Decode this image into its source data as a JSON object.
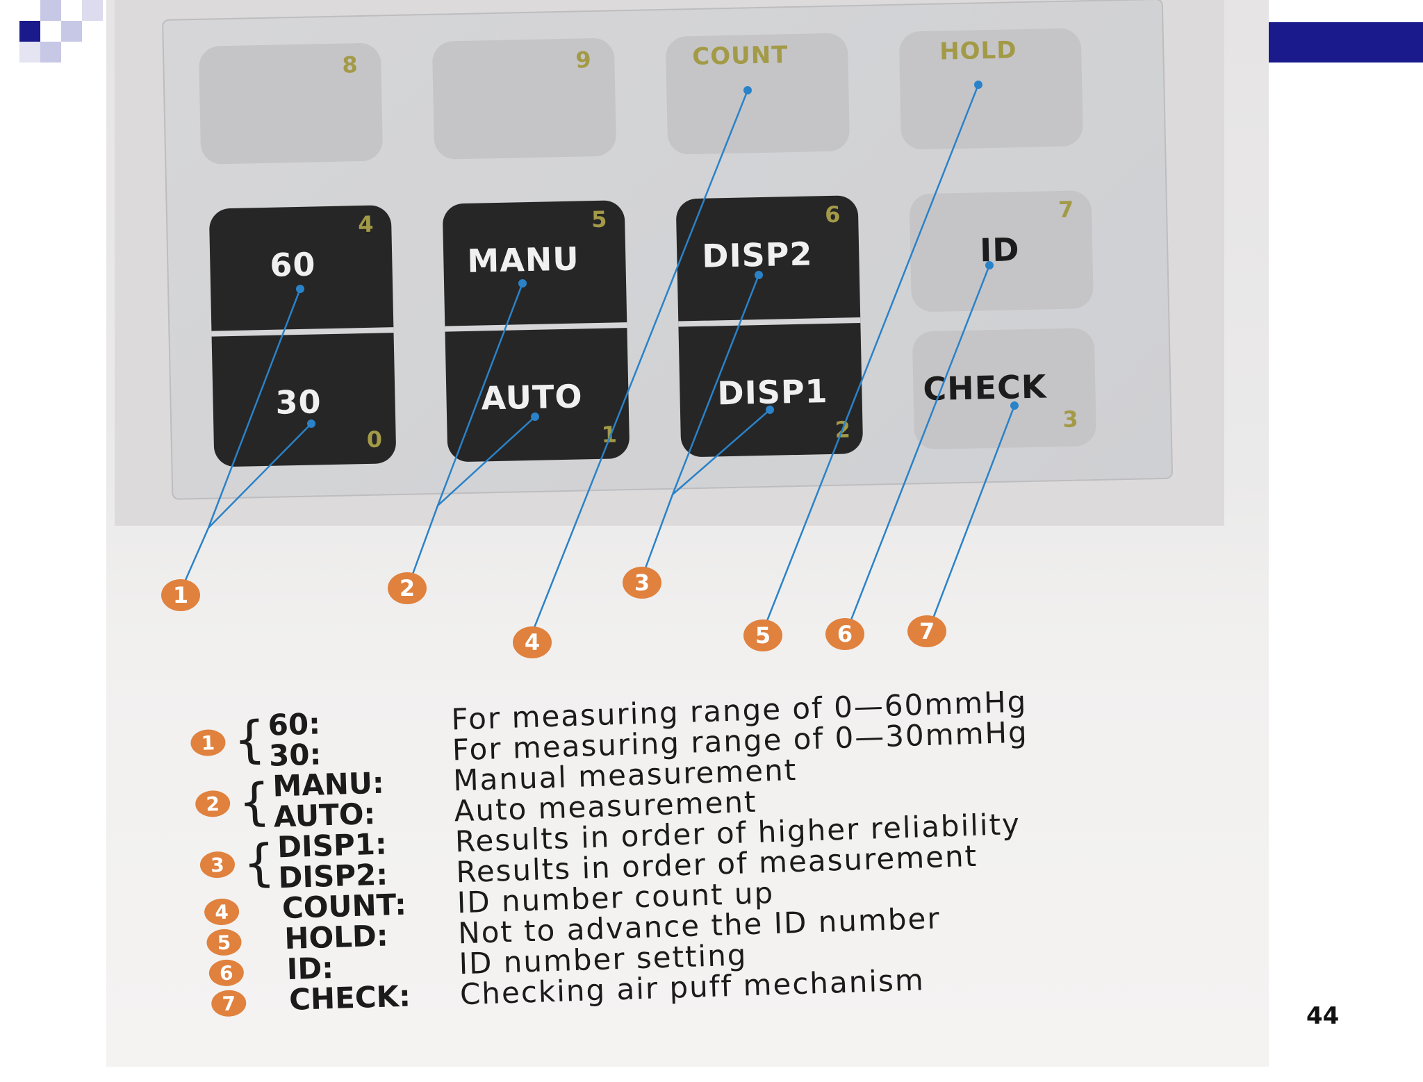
{
  "slide": {
    "page_number": "44",
    "colors": {
      "accent_bar": "#1a1a8c",
      "deco_light": "#c7c7e6",
      "leader_line": "#2a82c8",
      "badge": "#e0813e",
      "key_label_top": "#a39a47"
    }
  },
  "keypad": {
    "top_row": [
      {
        "label": "",
        "number": "8"
      },
      {
        "label": "",
        "number": "9"
      },
      {
        "label": "COUNT",
        "number": ""
      },
      {
        "label": "HOLD",
        "number": ""
      }
    ],
    "black_keys": [
      {
        "upper": "60",
        "lower": "30",
        "upper_number": "4",
        "lower_number": "0"
      },
      {
        "upper": "MANU",
        "lower": "AUTO",
        "upper_number": "5",
        "lower_number": "1"
      },
      {
        "upper": "DISP2",
        "lower": "DISP1",
        "upper_number": "6",
        "lower_number": "2"
      }
    ],
    "right_keys": [
      {
        "label": "ID",
        "number": "7"
      },
      {
        "label": "CHECK",
        "number": "3"
      }
    ]
  },
  "callouts": [
    "1",
    "2",
    "3",
    "4",
    "5",
    "6",
    "7"
  ],
  "legend": [
    {
      "badge": "1",
      "key": "60:",
      "desc": "For measuring range of 0—60mmHg"
    },
    {
      "badge": "",
      "key": "30:",
      "desc": "For measuring range of 0—30mmHg"
    },
    {
      "badge": "2",
      "key": "MANU:",
      "desc": "Manual measurement"
    },
    {
      "badge": "",
      "key": "AUTO:",
      "desc": "Auto measurement"
    },
    {
      "badge": "3",
      "key": "DISP1:",
      "desc": "Results in order of higher reliability"
    },
    {
      "badge": "",
      "key": "DISP2:",
      "desc": "Results in order of measurement"
    },
    {
      "badge": "4",
      "key": "COUNT:",
      "desc": "ID number count up"
    },
    {
      "badge": "5",
      "key": "HOLD:",
      "desc": "Not to advance the ID number"
    },
    {
      "badge": "6",
      "key": "ID:",
      "desc": "ID number setting"
    },
    {
      "badge": "7",
      "key": "CHECK:",
      "desc": "Checking air puff mechanism"
    }
  ]
}
